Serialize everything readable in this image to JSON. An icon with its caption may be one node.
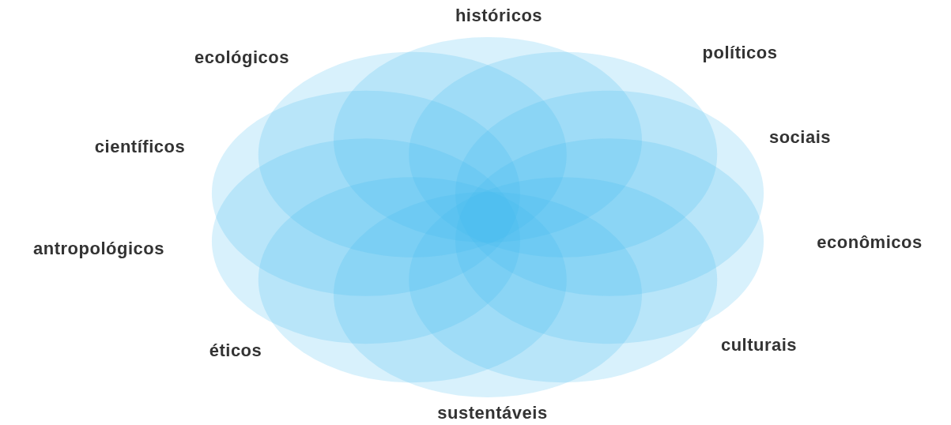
{
  "diagram": {
    "labels": [
      "históricos",
      "ecológicos",
      "políticos",
      "científicos",
      "sociais",
      "antropológicos",
      "econômicos",
      "éticos",
      "culturais",
      "sustentáveis"
    ]
  }
}
